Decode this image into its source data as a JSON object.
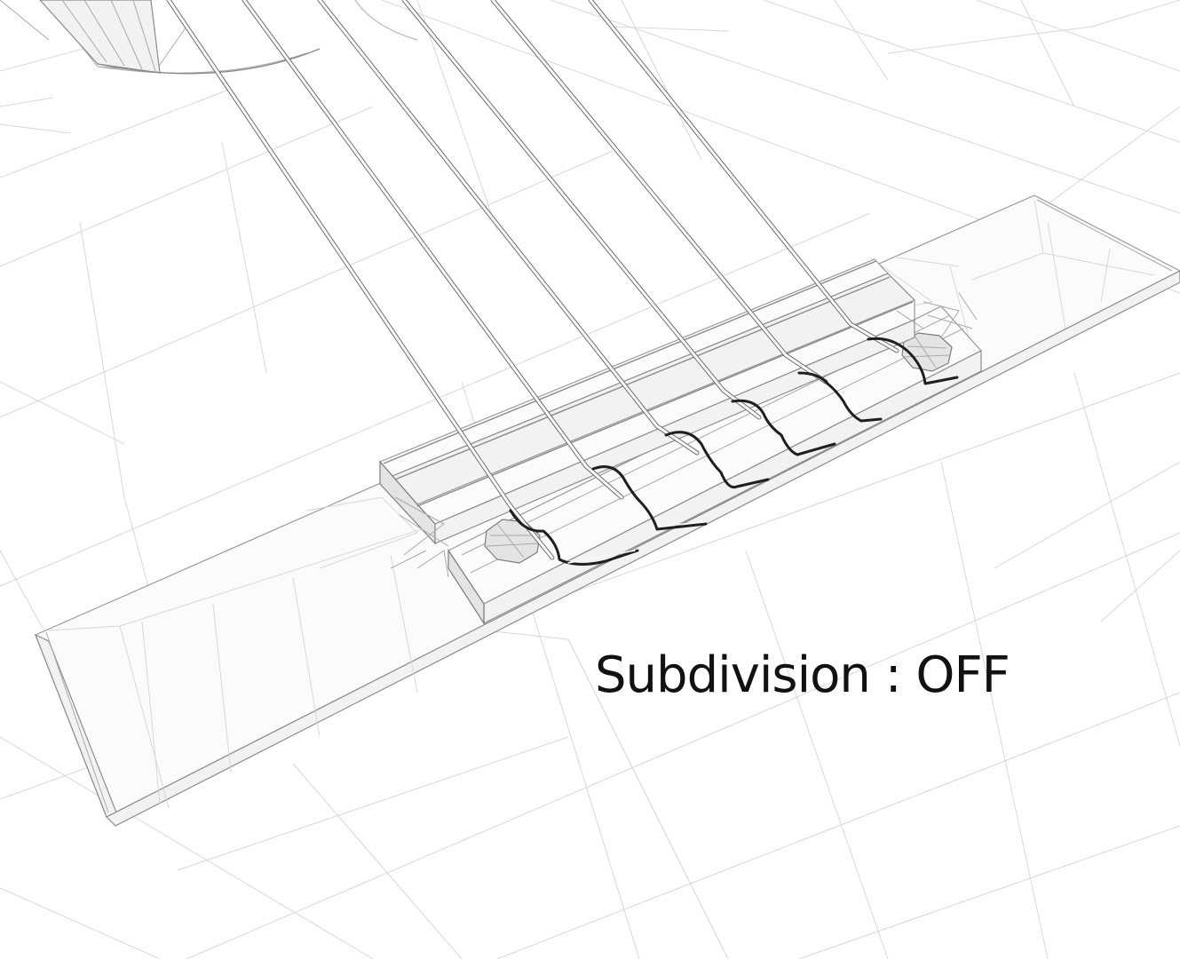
{
  "caption": {
    "label": "Subdivision",
    "separator": " : ",
    "value": "OFF"
  },
  "strings": {
    "count": 6
  },
  "colors": {
    "background": "#ffffff",
    "wireframe": "#d7d7d7",
    "edge": "#8a8a8a",
    "string_outline": "#6f6f6f",
    "string_fill": "#fafafa",
    "tie_knot": "#1f1f1f",
    "text": "#111111"
  }
}
